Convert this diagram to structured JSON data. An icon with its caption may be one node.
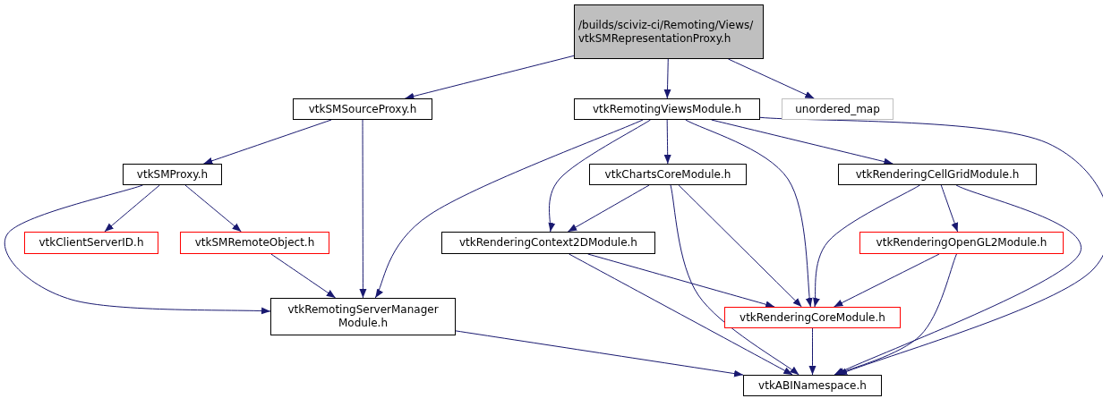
{
  "diagram": {
    "nodes": [
      {
        "text": [
          "/builds/sciviz-ci/Remoting/Views/vtkSMRepresentationProxy.h"
        ]
      },
      {
        "text": [
          "vtkSMSourceProxy.h"
        ]
      },
      {
        "text": [
          "vtkRemotingViewsModule.h"
        ]
      },
      {
        "text": [
          "unordered_map"
        ]
      },
      {
        "text": [
          "vtkSMProxy.h"
        ]
      },
      {
        "text": [
          "vtkChartsCoreModule.h"
        ]
      },
      {
        "text": [
          "vtkRenderingCellGridModule.h"
        ]
      },
      {
        "text": [
          "vtkClientServerID.h"
        ]
      },
      {
        "text": [
          "vtkSMRemoteObject.h"
        ]
      },
      {
        "text": [
          "vtkRenderingContext2DModule.h"
        ]
      },
      {
        "text": [
          "vtkRenderingOpenGL2Module.h"
        ]
      },
      {
        "text": [
          "vtkRemotingServerManager Module.h"
        ]
      },
      {
        "text": [
          "vtkRenderingCoreModule.h"
        ]
      },
      {
        "text": [
          "vtkABINamespace.h"
        ]
      }
    ],
    "edges": [
      {
        "from": 0,
        "to": 1,
        "arrow": "to"
      },
      {
        "from": 0,
        "to": 2,
        "arrow": "to"
      },
      {
        "from": 0,
        "to": 3,
        "arrow": "to"
      },
      {
        "from": 1,
        "to": 4,
        "arrow": "to"
      },
      {
        "from": 1,
        "to": 11,
        "arrow": "to"
      },
      {
        "from": 2,
        "to": 11,
        "arrow": "to"
      },
      {
        "from": 2,
        "to": 9,
        "arrow": "to"
      },
      {
        "from": 2,
        "to": 5,
        "arrow": "to"
      },
      {
        "from": 2,
        "to": 12,
        "arrow": "to"
      },
      {
        "from": 2,
        "to": 6,
        "arrow": "to"
      },
      {
        "from": 2,
        "to": 13,
        "arrow": "to"
      },
      {
        "from": 4,
        "to": 7,
        "arrow": "to"
      },
      {
        "from": 4,
        "to": 8,
        "arrow": "to"
      },
      {
        "from": 4,
        "to": 11,
        "arrow": "to"
      },
      {
        "from": 8,
        "to": 11,
        "arrow": "to"
      },
      {
        "from": 5,
        "to": 9,
        "arrow": "to"
      },
      {
        "from": 5,
        "to": 12,
        "arrow": "to"
      },
      {
        "from": 5,
        "to": 13,
        "arrow": "to"
      },
      {
        "from": 6,
        "to": 12,
        "arrow": "to"
      },
      {
        "from": 6,
        "to": 10,
        "arrow": "to"
      },
      {
        "from": 6,
        "to": 13,
        "arrow": "to"
      },
      {
        "from": 9,
        "to": 12,
        "arrow": "to"
      },
      {
        "from": 9,
        "to": 13,
        "arrow": "to"
      },
      {
        "from": 10,
        "to": 12,
        "arrow": "to"
      },
      {
        "from": 10,
        "to": 13,
        "arrow": "to"
      },
      {
        "from": 11,
        "to": 13,
        "arrow": "to"
      },
      {
        "from": 12,
        "to": 13,
        "arrow": "to"
      }
    ]
  }
}
